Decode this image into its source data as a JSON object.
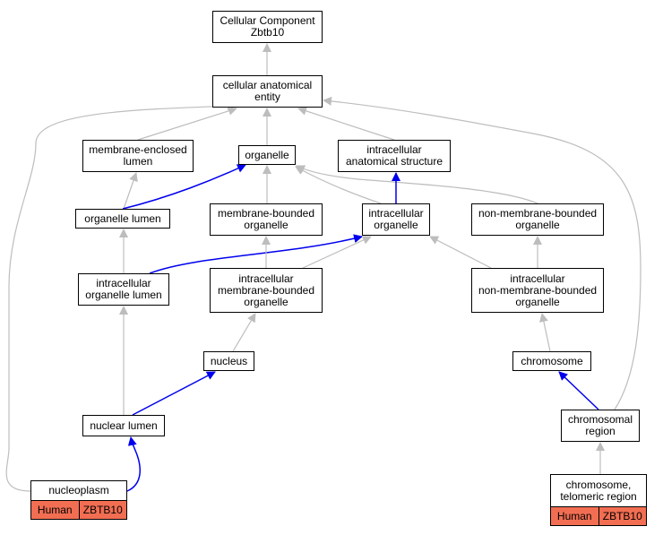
{
  "colors": {
    "edge_is_a": "#bdbdbd",
    "edge_part_of": "#0000ee",
    "tag_bg": "#f26e52",
    "node_border": "#000000"
  },
  "nodes": {
    "root": "Cellular Component\nZbtb10",
    "cae": "cellular anatomical\nentity",
    "mel": "membrane-enclosed\nlumen",
    "org": "organelle",
    "ias": "intracellular\nanatomical structure",
    "ol": "organelle lumen",
    "mbo": "membrane-bounded\norganelle",
    "io": "intracellular\norganelle",
    "nmbo": "non-membrane-bounded\norganelle",
    "iol": "intracellular\norganelle lumen",
    "imbo": "intracellular\nmembrane-bounded\norganelle",
    "inmbo": "intracellular\nnon-membrane-bounded\norganelle",
    "nucleus": "nucleus",
    "chromosome": "chromosome",
    "nl": "nuclear lumen",
    "cr": "chromosomal\nregion",
    "np": "nucleoplasm",
    "ctr": "chromosome,\ntelomeric region"
  },
  "annotations": {
    "np": [
      "Human",
      "ZBTB10"
    ],
    "ctr": [
      "Human",
      "ZBTB10"
    ]
  },
  "edges": [
    {
      "from": "cae",
      "to": "root",
      "type": "is_a"
    },
    {
      "from": "mel",
      "to": "cae",
      "type": "is_a"
    },
    {
      "from": "org",
      "to": "cae",
      "type": "is_a"
    },
    {
      "from": "ias",
      "to": "cae",
      "type": "is_a"
    },
    {
      "from": "np",
      "to": "cae",
      "type": "is_a"
    },
    {
      "from": "cr",
      "to": "cae",
      "type": "is_a"
    },
    {
      "from": "ol",
      "to": "mel",
      "type": "is_a"
    },
    {
      "from": "ol",
      "to": "org",
      "type": "part_of"
    },
    {
      "from": "mbo",
      "to": "org",
      "type": "is_a"
    },
    {
      "from": "io",
      "to": "org",
      "type": "is_a"
    },
    {
      "from": "nmbo",
      "to": "org",
      "type": "is_a"
    },
    {
      "from": "io",
      "to": "ias",
      "type": "part_of"
    },
    {
      "from": "iol",
      "to": "ol",
      "type": "is_a"
    },
    {
      "from": "iol",
      "to": "io",
      "type": "part_of"
    },
    {
      "from": "imbo",
      "to": "mbo",
      "type": "is_a"
    },
    {
      "from": "imbo",
      "to": "io",
      "type": "is_a"
    },
    {
      "from": "inmbo",
      "to": "io",
      "type": "is_a"
    },
    {
      "from": "inmbo",
      "to": "nmbo",
      "type": "is_a"
    },
    {
      "from": "nucleus",
      "to": "imbo",
      "type": "is_a"
    },
    {
      "from": "chromosome",
      "to": "inmbo",
      "type": "is_a"
    },
    {
      "from": "nl",
      "to": "iol",
      "type": "is_a"
    },
    {
      "from": "nl",
      "to": "nucleus",
      "type": "part_of"
    },
    {
      "from": "cr",
      "to": "chromosome",
      "type": "part_of"
    },
    {
      "from": "np",
      "to": "nl",
      "type": "part_of"
    },
    {
      "from": "ctr",
      "to": "cr",
      "type": "is_a"
    }
  ]
}
